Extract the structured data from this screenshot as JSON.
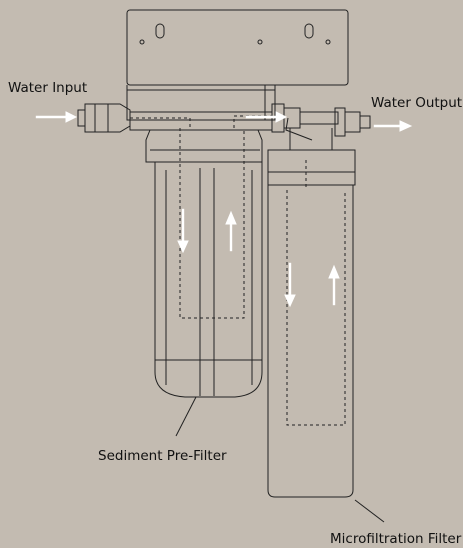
{
  "labels": {
    "water_input": "Water Input",
    "water_output": "Water Output",
    "sediment_prefilter": "Sediment Pre-Filter",
    "microfiltration_filter": "Microfiltration Filter"
  },
  "colors": {
    "background": "#c3bbb1",
    "line": "#222222",
    "flow_arrow": "#ffffff"
  }
}
